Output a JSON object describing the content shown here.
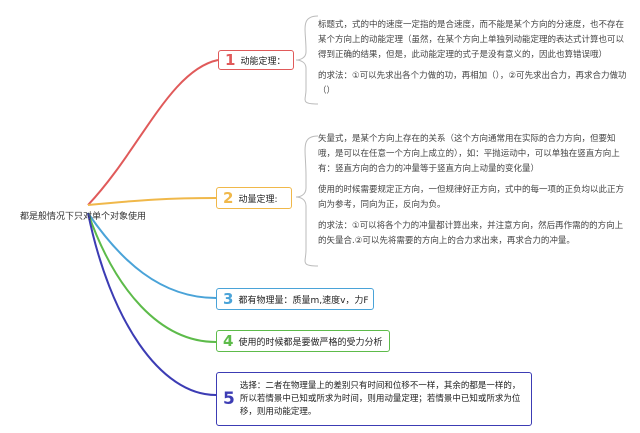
{
  "root": {
    "label": "都是般情况下只对单个对象使用"
  },
  "branches": [
    {
      "number": "1",
      "label": "动能定理：",
      "color": "#e05a5a"
    },
    {
      "number": "2",
      "label": "动量定理:",
      "color": "#f0b84a"
    },
    {
      "number": "3",
      "label": "都有物理量：质量m,速度v，力F",
      "color": "#4aa3d8"
    },
    {
      "number": "4",
      "label": "使用的时候都是要做严格的受力分析",
      "color": "#5dbb4a"
    },
    {
      "number": "5",
      "label": "选择：二者在物理量上的差别只有时间和位移不一样，其余的都是一样的，所以若情景中已知或所求为时间，则用动量定理；若情景中已知或所求为位移，则用动能定理。",
      "color": "#3c3cb4"
    }
  ],
  "notes": {
    "kinetic": [
      "标题式，式的中的速度一定指的是合速度，而不能是某个方向的分速度，也不存在某个方向上的动能定理（虽然，在某个方向上单独列动能定理的表达式计算也可以得到正确的结果，但是，此动能定理的式子是没有意义的，因此也算错误哦）",
      "的求法：①可以先求出各个力做的功，再相加（），②可先求出合力，再求合力做功（）"
    ],
    "momentum": [
      "矢量式，是某个方向上存在的关系（这个方向通常用在实际的合力方向，但要知哦，是可以在任意一个方向上成立的），如：平抛运动中，可以单独在竖直方向上有：竖直方向的合力的冲量等于竖直方向上动量的变化量）",
      "使用的时候需要规定正方向，一但规律好正方向，式中的每一项的正负均以此正方向为参考，同向为正，反向为负。",
      "的求法：①可以将各个力的冲量都计算出来，并注意方向，然后再作需的的方向上的矢量合.②可以先将需要的方向上的合力求出来，再求合力的冲量。"
    ]
  }
}
